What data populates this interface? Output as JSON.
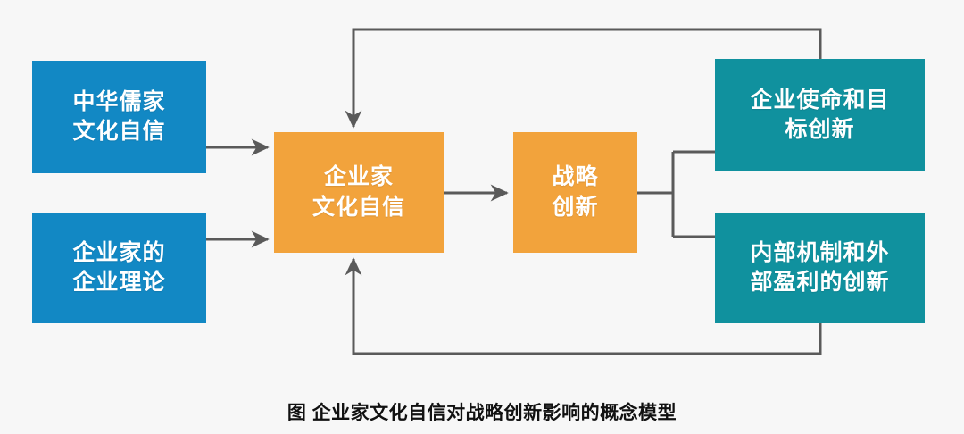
{
  "diagram": {
    "type": "flow-diagram",
    "background_color": "#f7f7f7",
    "palette": {
      "blue": "#1288c4",
      "orange": "#f2a33c",
      "teal": "#10919e",
      "connector": "#5a5a5a",
      "text_on_box": "#ffffff",
      "caption_text": "#111111"
    },
    "nodes": [
      {
        "id": "confucian",
        "label": "中华儒家\n文化自信",
        "color": "#1288c4",
        "role": "antecedent"
      },
      {
        "id": "theory",
        "label": "企业家的\n企业理论",
        "color": "#1288c4",
        "role": "antecedent"
      },
      {
        "id": "entconf",
        "label": "企业家\n文化自信",
        "color": "#f2a33c",
        "role": "core-construct"
      },
      {
        "id": "strategy",
        "label": "战略\n创新",
        "color": "#f2a33c",
        "role": "outcome-construct"
      },
      {
        "id": "mission",
        "label": "企业使命和目\n标创新",
        "color": "#10919e",
        "role": "outcome-dimension"
      },
      {
        "id": "mechanism",
        "label": "内部机制和外\n部盈利的创新",
        "color": "#10919e",
        "role": "outcome-dimension"
      }
    ],
    "edges": [
      {
        "id": "e1",
        "from": "confucian",
        "to": "entconf",
        "arrow": true,
        "style": "solid"
      },
      {
        "id": "e2",
        "from": "theory",
        "to": "entconf",
        "arrow": true,
        "style": "solid"
      },
      {
        "id": "e3",
        "from": "entconf",
        "to": "strategy",
        "arrow": true,
        "style": "solid"
      },
      {
        "id": "e4",
        "from": "strategy",
        "to": "mission",
        "arrow": false,
        "style": "bracket"
      },
      {
        "id": "e5",
        "from": "strategy",
        "to": "mechanism",
        "arrow": false,
        "style": "bracket"
      },
      {
        "id": "e6",
        "from": "mission",
        "to": "entconf",
        "arrow": true,
        "style": "feedback-top"
      },
      {
        "id": "e7",
        "from": "mechanism",
        "to": "entconf",
        "arrow": true,
        "style": "feedback-bottom"
      }
    ]
  },
  "caption": {
    "text": "图 企业家文化自信对战略创新影响的概念模型"
  }
}
